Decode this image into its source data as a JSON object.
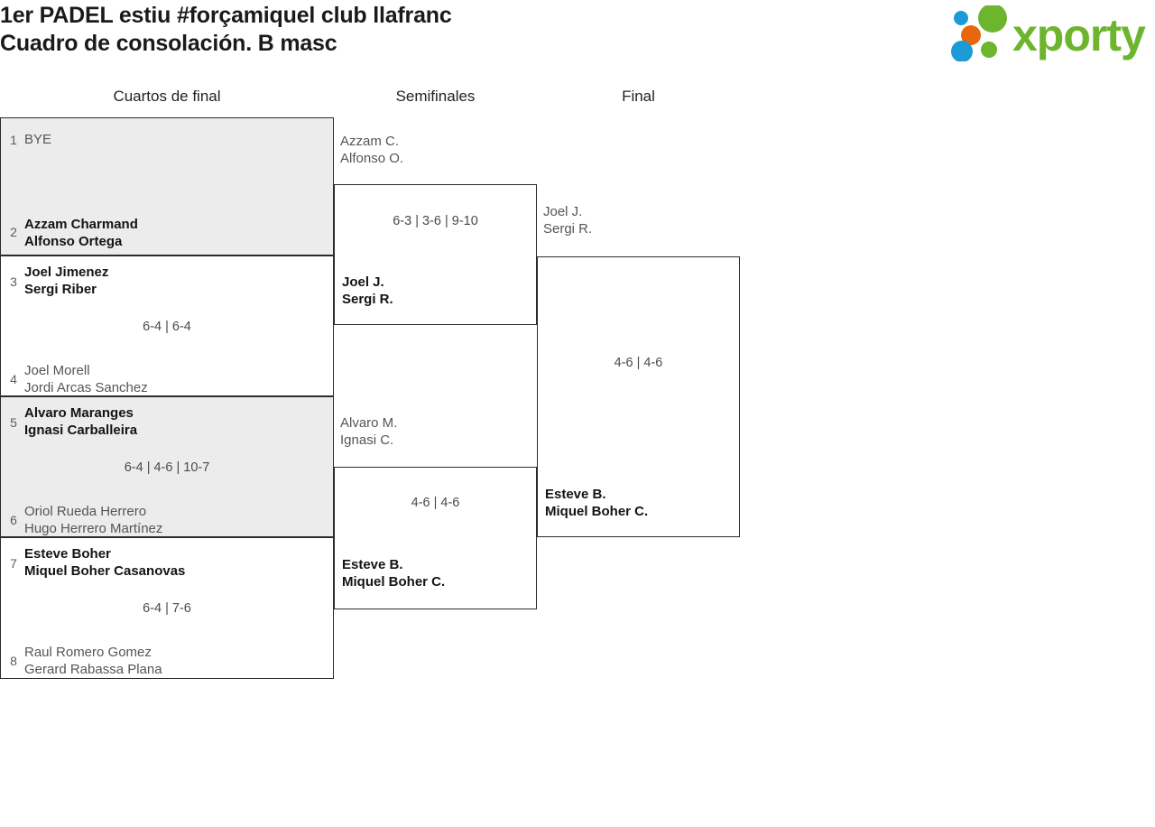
{
  "header": {
    "title_line1": "1er PADEL estiu #forçamiquel club llafranc",
    "title_line2": "Cuadro de consolación. B masc",
    "logo_text": "xporty",
    "logo_colors": {
      "green": "#6cb52d",
      "blue": "#1b9ad6",
      "orange": "#e8670a"
    }
  },
  "rounds": [
    {
      "label": "Cuartos de final"
    },
    {
      "label": "Semifinales"
    },
    {
      "label": "Final"
    }
  ],
  "quarterfinals": [
    {
      "top": {
        "seed": "1",
        "bye": "BYE",
        "names": [],
        "result": "loser"
      },
      "bottom": {
        "seed": "2",
        "names": [
          "Azzam Charmand",
          "Alfonso Ortega"
        ],
        "result": "winner"
      },
      "score": ""
    },
    {
      "top": {
        "seed": "3",
        "names": [
          "Joel Jimenez",
          "Sergi Riber"
        ],
        "result": "winner"
      },
      "bottom": {
        "seed": "4",
        "names": [
          "Joel Morell",
          "Jordi Arcas Sanchez"
        ],
        "result": "loser"
      },
      "score": "6-4 | 6-4"
    },
    {
      "top": {
        "seed": "5",
        "names": [
          "Alvaro Maranges",
          "Ignasi Carballeira"
        ],
        "result": "winner"
      },
      "bottom": {
        "seed": "6",
        "names": [
          "Oriol Rueda Herrero",
          "Hugo Herrero Martínez"
        ],
        "result": "loser"
      },
      "score": "6-4 | 4-6 | 10-7"
    },
    {
      "top": {
        "seed": "7",
        "names": [
          "Esteve Boher",
          "Miquel Boher Casanovas"
        ],
        "result": "winner"
      },
      "bottom": {
        "seed": "8",
        "names": [
          "Raul Romero Gomez",
          "Gerard Rabassa Plana"
        ],
        "result": "loser"
      },
      "score": "6-4 | 7-6"
    }
  ],
  "semifinals": [
    {
      "top": {
        "names": [
          "Azzam C.",
          "Alfonso O."
        ],
        "result": "loser"
      },
      "bottom": {
        "names": [
          "Joel J.",
          "Sergi R."
        ],
        "result": "winner"
      },
      "score": "6-3 | 3-6 | 9-10"
    },
    {
      "top": {
        "names": [
          "Alvaro M.",
          "Ignasi C."
        ],
        "result": "loser"
      },
      "bottom": {
        "names": [
          "Esteve B.",
          "Miquel Boher C."
        ],
        "result": "winner"
      },
      "score": "4-6 | 4-6"
    }
  ],
  "final": {
    "top": {
      "names": [
        "Joel J.",
        "Sergi R."
      ],
      "result": "loser"
    },
    "bottom": {
      "names": [
        "Esteve B.",
        "Miquel Boher C."
      ],
      "result": "winner"
    },
    "score": "4-6 | 4-6"
  }
}
